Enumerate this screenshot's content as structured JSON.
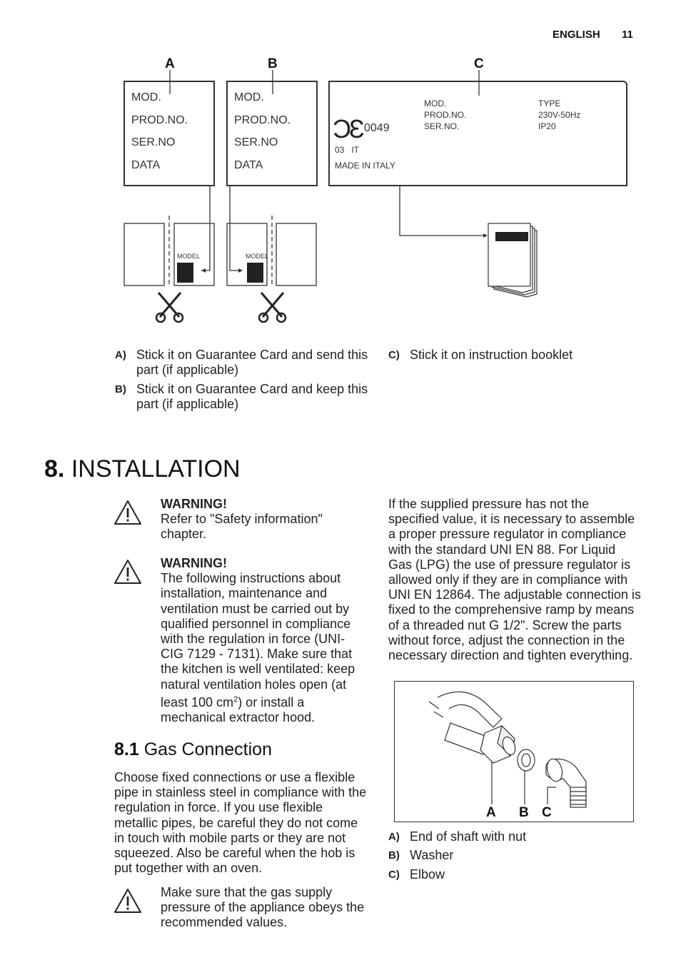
{
  "header": {
    "language": "ENGLISH",
    "page_number": "11"
  },
  "labels_diagram": {
    "callouts": {
      "a": "A",
      "b": "B",
      "c": "C"
    },
    "plate_a": {
      "lines": [
        "MOD.",
        "PROD.NO.",
        "SER.NO",
        "DATA"
      ]
    },
    "plate_b": {
      "lines": [
        "MOD.",
        "PROD.NO.",
        "SER.NO",
        "DATA"
      ]
    },
    "plate_c": {
      "ce_number": "0049",
      "code_line": "03   IT",
      "made_in": "MADE IN ITALY",
      "left_col": [
        "MOD.",
        "PROD.NO.",
        "SER.NO."
      ],
      "right_col": [
        "TYPE",
        "230V-50Hz",
        "IP20"
      ]
    },
    "card_model_a": "MODEL",
    "card_model_b": "MODEL"
  },
  "label_legend": [
    {
      "key": "A)",
      "text": "Stick it on Guarantee Card and send this part (if applicable)"
    },
    {
      "key": "B)",
      "text": "Stick it on Guarantee Card and keep this part (if applicable)"
    },
    {
      "key": "C)",
      "text": "Stick it on instruction booklet"
    }
  ],
  "section": {
    "number": "8.",
    "title": "INSTALLATION"
  },
  "warnings": [
    {
      "title": "WARNING!",
      "text": "Refer to \"Safety information\" chapter."
    },
    {
      "title": "WARNING!",
      "text_before_sup": "The following instructions about installation, maintenance and ventilation must be carried out by qualified personnel in compliance with the regulation in force (UNI-CIG 7129 - 7131). Make sure that the kitchen is well ventilated: keep natural ventilation holes open (at least 100 cm",
      "sup": "2",
      "text_after_sup": ") or install a mechanical extractor hood."
    }
  ],
  "subsection": {
    "number": "8.1",
    "title": "Gas Connection"
  },
  "gas_text": "Choose fixed connections or use a flexible pipe in stainless steel in compliance with the regulation in force. If you use flexible metallic pipes, be careful they do not come in touch with mobile parts or they are not squeezed. Also be careful when the hob is put together with an oven.",
  "pressure_note": "Make sure that the gas supply pressure of the appliance obeys the recommended values.",
  "right_text": "If the supplied pressure has not the specified value, it is necessary to assemble a proper pressure regulator in compliance with the standard UNI EN 88. For Liquid Gas (LPG) the use of pressure regulator is allowed only if they are in compliance with UNI EN 12864. The adjustable connection is fixed to the comprehensive ramp by means of a threaded nut G 1/2\". Screw the parts without force, adjust the connection in the necessary direction and tighten everything.",
  "fitting_diagram": {
    "callouts": {
      "a": "A",
      "b": "B",
      "c": "C"
    }
  },
  "fitting_legend": [
    {
      "key": "A)",
      "text": "End of shaft with nut"
    },
    {
      "key": "B)",
      "text": "Washer"
    },
    {
      "key": "C)",
      "text": "Elbow"
    }
  ]
}
